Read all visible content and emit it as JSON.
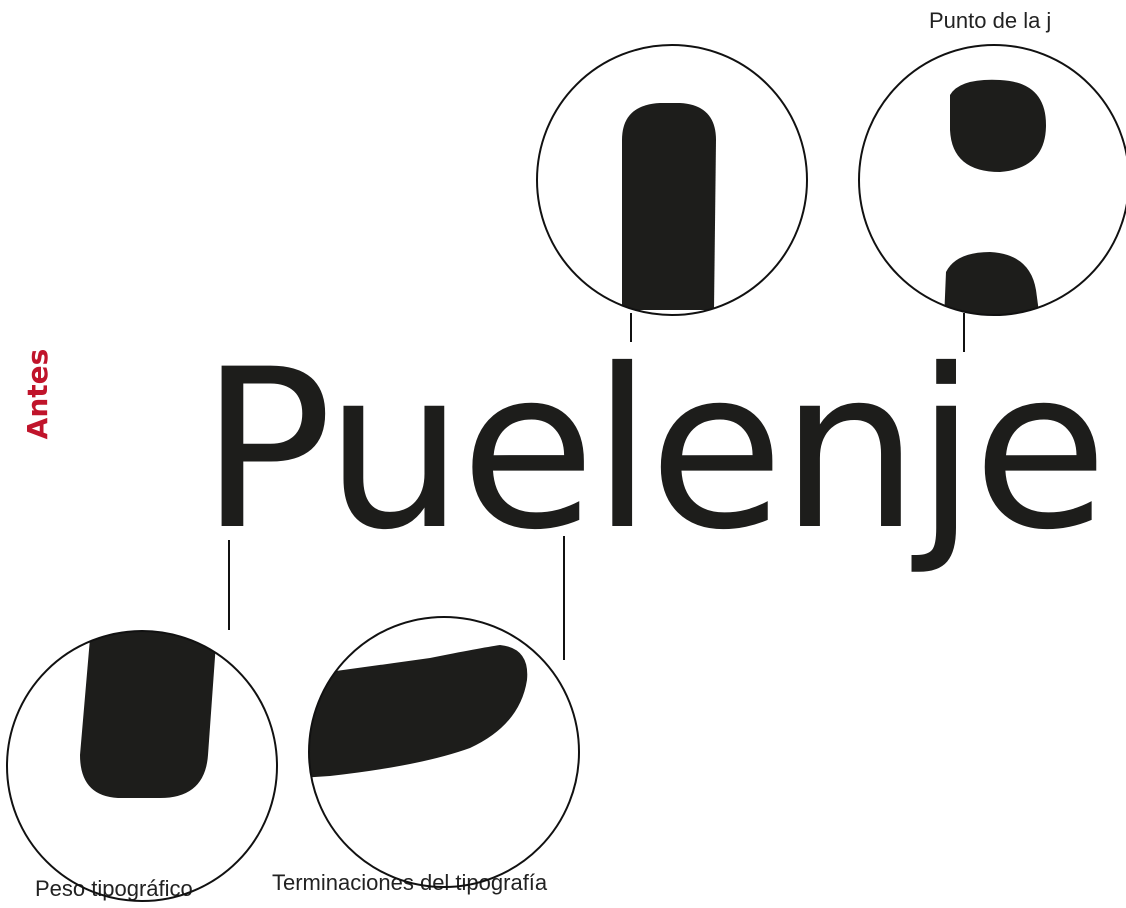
{
  "side_label": "Antes",
  "word": "Puelenje",
  "captions": {
    "dot": "Punto de la j",
    "weight": "Peso tipográfico",
    "terminations": "Terminaciones del tipografía"
  },
  "colors": {
    "accent": "#c0142b",
    "ink": "#1d1d1b",
    "stroke": "#111111"
  }
}
